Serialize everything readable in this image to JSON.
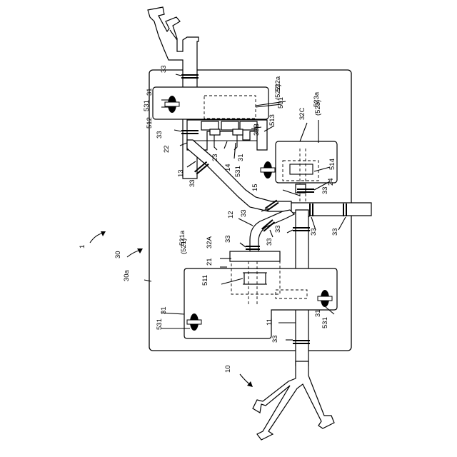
{
  "labels": {
    "l1": "1",
    "l10": "10",
    "l30": "30",
    "l30a": "30a",
    "l11": "11",
    "l12": "12",
    "l13": "13",
    "l14": "14",
    "l15": "15",
    "l21": "21",
    "l22": "22",
    "l23": "23",
    "l24": "24",
    "l31": "31",
    "l32a": "32A",
    "l32b": "32B",
    "l32c": "32C",
    "l33": "33",
    "l501": "501",
    "l511": "511",
    "l512": "512",
    "l513": "513",
    "l514": "514",
    "l531": "531",
    "l521a": "521a",
    "l521": "(521)",
    "l522a": "522a",
    "l522": "(522)",
    "l523a": "523a",
    "l523": "(523)"
  }
}
